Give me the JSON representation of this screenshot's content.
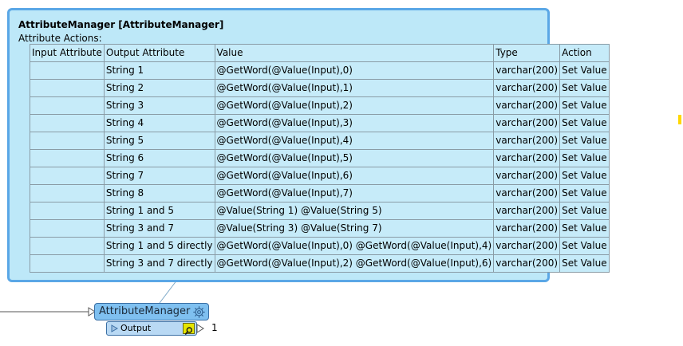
{
  "annotation": {
    "title": "AttributeManager [AttributeManager]",
    "subtitle": "Attribute Actions:"
  },
  "table": {
    "headers": [
      "Input Attribute",
      "Output Attribute",
      "Value",
      "Type",
      "Action"
    ],
    "rows": [
      [
        "",
        "String 1",
        "@GetWord(@Value(Input),0)",
        "varchar(200)",
        "Set Value"
      ],
      [
        "",
        "String 2",
        "@GetWord(@Value(Input),1)",
        "varchar(200)",
        "Set Value"
      ],
      [
        "",
        "String 3",
        "@GetWord(@Value(Input),2)",
        "varchar(200)",
        "Set Value"
      ],
      [
        "",
        "String 4",
        "@GetWord(@Value(Input),3)",
        "varchar(200)",
        "Set Value"
      ],
      [
        "",
        "String 5",
        "@GetWord(@Value(Input),4)",
        "varchar(200)",
        "Set Value"
      ],
      [
        "",
        "String 6",
        "@GetWord(@Value(Input),5)",
        "varchar(200)",
        "Set Value"
      ],
      [
        "",
        "String 7",
        "@GetWord(@Value(Input),6)",
        "varchar(200)",
        "Set Value"
      ],
      [
        "",
        "String 8",
        "@GetWord(@Value(Input),7)",
        "varchar(200)",
        "Set Value"
      ],
      [
        "",
        "String 1 and 5",
        "@Value(String 1) @Value(String 5)",
        "varchar(200)",
        "Set Value"
      ],
      [
        "",
        "String 3 and 7",
        "@Value(String 3) @Value(String 7)",
        "varchar(200)",
        "Set Value"
      ],
      [
        "",
        "String 1 and 5 directly",
        "@GetWord(@Value(Input),0) @GetWord(@Value(Input),4)",
        "varchar(200)",
        "Set Value"
      ],
      [
        "",
        "String 3 and 7 directly",
        "@GetWord(@Value(Input),2) @GetWord(@Value(Input),6)",
        "varchar(200)",
        "Set Value"
      ]
    ]
  },
  "transformer": {
    "name": "AttributeManager",
    "icon": "gear-icon"
  },
  "output_port": {
    "label": "Output",
    "count": "1",
    "icon": "magnifier-icon"
  },
  "colors": {
    "annotation_bg": "#bde8f8",
    "annotation_border": "#5aa7e6",
    "transformer_bg": "#7fc0f0",
    "port_bg": "#b9d9f4",
    "inspect": "#e6e600"
  }
}
